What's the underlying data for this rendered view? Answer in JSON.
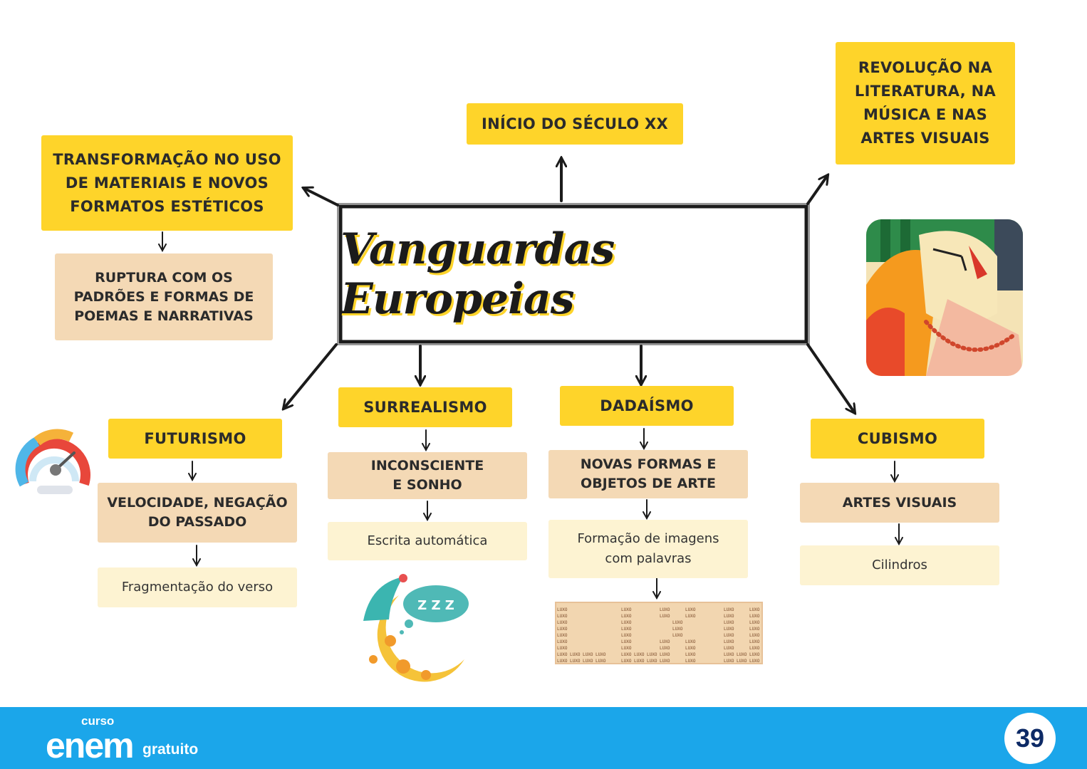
{
  "title": "Vanguardas Europeias",
  "boxes": {
    "inicio": "INÍCIO DO SÉCULO XX",
    "revolucao": "REVOLUÇÃO NA\nLITERATURA, NA\nMÚSICA E NAS\nARTES VISUAIS",
    "transformacao": "TRANSFORMAÇÃO NO USO\nDE MATERIAIS E NOVOS\nFORMATOS ESTÉTICOS",
    "ruptura": "RUPTURA COM OS\nPADRÕES E FORMAS DE\nPOEMAS E NARRATIVAS"
  },
  "movements": {
    "futurismo": {
      "name": "FUTURISMO",
      "desc": "VELOCIDADE, NEGAÇÃO\nDO PASSADO",
      "example": "Fragmentação do verso"
    },
    "surrealismo": {
      "name": "SURREALISMO",
      "desc": "INCONSCIENTE\nE SONHO",
      "example": "Escrita automática"
    },
    "dadaismo": {
      "name": "DADAÍSMO",
      "desc": "NOVAS FORMAS E\nOBJETOS DE ARTE",
      "example": "Formação de imagens\ncom palavras"
    },
    "cubismo": {
      "name": "CUBISMO",
      "desc": "ARTES VISUAIS",
      "example": "Cilindros"
    }
  },
  "illustrations": {
    "luxo_word": "LUXO",
    "dream_text": "Z Z Z"
  },
  "footer": {
    "logo_top": "curso",
    "logo_main": "enem",
    "logo_sub": "gratuito",
    "page_number": "39"
  },
  "colors": {
    "yellow": "#fed42a",
    "peach": "#f4d9b5",
    "cream": "#fdf3d2",
    "footer_blue": "#1ba6ea"
  }
}
